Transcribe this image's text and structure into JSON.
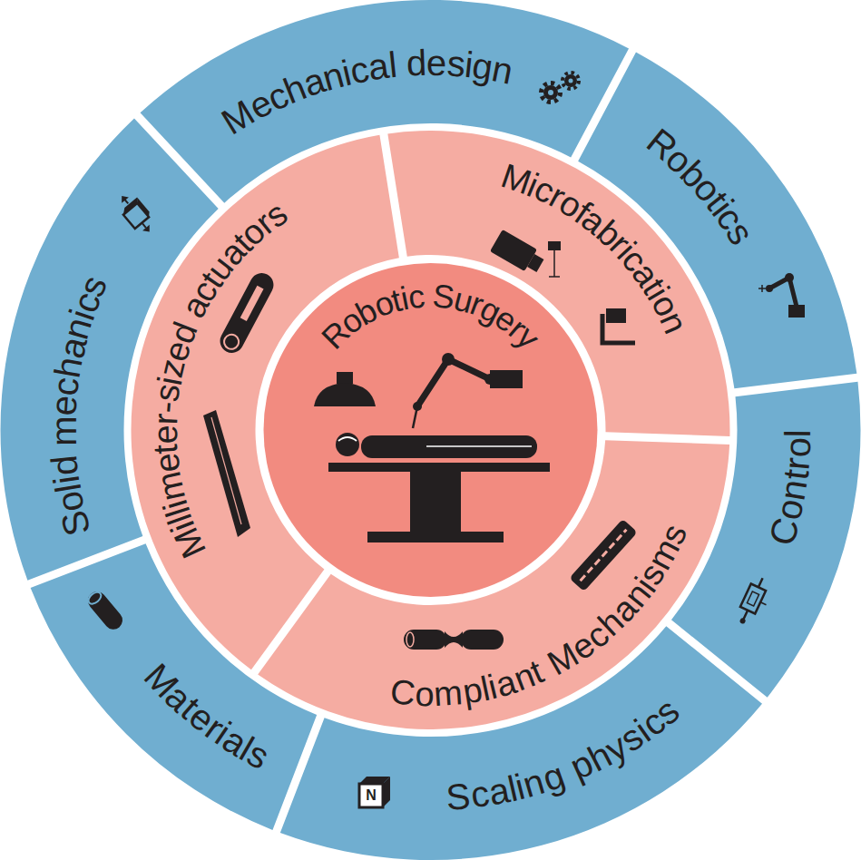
{
  "diagram": {
    "nodes": [
      {
        "text": [
          "Robotic Surgery"
        ]
      },
      {
        "text": [
          "Millimeter-sized actuators"
        ]
      },
      {
        "text": [
          "Microfabrication"
        ]
      },
      {
        "text": [
          "Compliant Mechanisms"
        ]
      },
      {
        "text": [
          "Mechanical design"
        ]
      },
      {
        "text": [
          "Robotics"
        ]
      },
      {
        "text": [
          "Control"
        ]
      },
      {
        "text": [
          "Scaling physics"
        ]
      },
      {
        "text": [
          "Materials"
        ]
      },
      {
        "text": [
          "Solid mechanics"
        ]
      }
    ],
    "labels": [
      "N"
    ]
  }
}
